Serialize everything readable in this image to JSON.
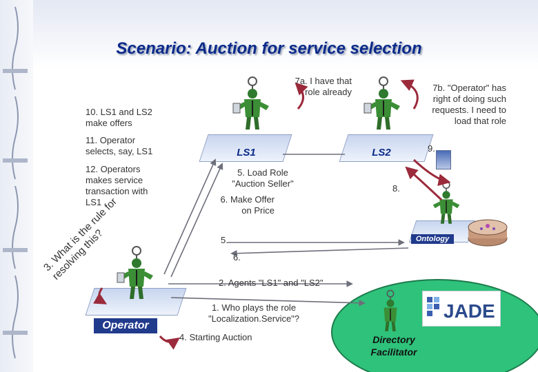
{
  "title": "Scenario: Auction for service selection",
  "notes": {
    "n10": "10. LS1 and LS2\nmake offers",
    "n11": "11. Operator\nselects, say, LS1",
    "n12": "12. Operators\nmakes service\ntransaction with\nLS1",
    "n7a": "7a. I have that\nrole already",
    "n7b": "7b. \"Operator\" has\nright of doing such\nrequests. I need to\nload that role",
    "n9": "9.",
    "n8": "8.",
    "n5load": "5. Load Role\n\"Auction Seller\"",
    "n6offer": "6. Make Offer\non Price",
    "n5": "5.",
    "n6": "6.",
    "n2": "2. Agents \"LS1\" and \"LS2\"",
    "n1": "1. Who plays the role\n\"Localization.Service\"?",
    "n4": "4. Starting Auction",
    "n3": "3. What is the rule for\nresolving this?"
  },
  "labels": {
    "ls1": "LS1",
    "ls2": "LS2",
    "operator": "Operator",
    "ontology": "Ontology",
    "df": "Directory\nFacilitator",
    "jade": "Jade"
  },
  "colors": {
    "title": "#0b2a8a",
    "label_bg": "#203a8c",
    "arrow": "#9b2a3b",
    "ellipse": "#2ec27a",
    "platform": "#c7d5ee"
  }
}
